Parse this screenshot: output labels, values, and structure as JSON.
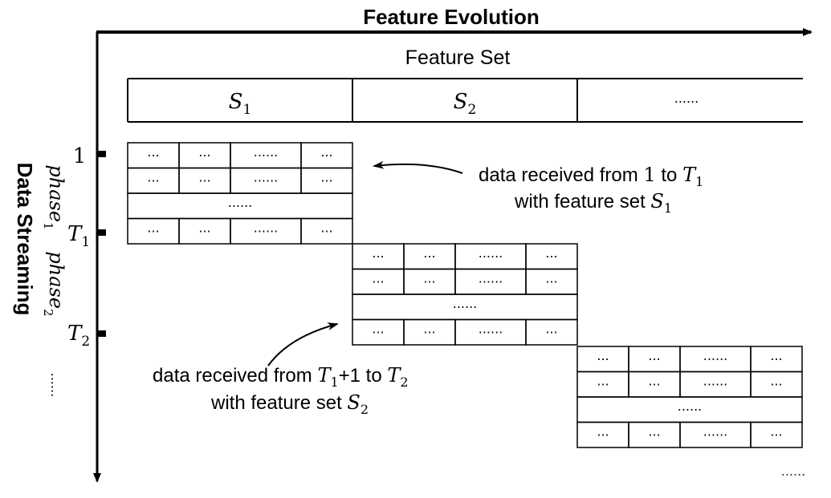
{
  "header": {
    "x_axis_title": "Feature Evolution",
    "y_axis_title": "Data Streaming",
    "feature_set_title": "Feature Set"
  },
  "feature_sets": [
    {
      "name": "S",
      "sub": "1"
    },
    {
      "name": "S",
      "sub": "2"
    },
    {
      "name": "",
      "sub": "",
      "text": "......"
    }
  ],
  "time_ticks": [
    {
      "name": "1",
      "sub": ""
    },
    {
      "name": "T",
      "sub": "1"
    },
    {
      "name": "T",
      "sub": "2"
    }
  ],
  "time_more": "......",
  "phases": [
    {
      "name": "phase",
      "sub": "1"
    },
    {
      "name": "phase",
      "sub": "2"
    }
  ],
  "blocks": [
    {
      "rows": [
        [
          "...",
          "...",
          "......",
          "..."
        ],
        [
          "...",
          "...",
          "......",
          "..."
        ],
        [
          "......"
        ],
        [
          "...",
          "...",
          "......",
          "..."
        ]
      ]
    },
    {
      "rows": [
        [
          "...",
          "...",
          "......",
          "..."
        ],
        [
          "...",
          "...",
          "......",
          "..."
        ],
        [
          "......"
        ],
        [
          "...",
          "...",
          "......",
          "..."
        ]
      ]
    },
    {
      "rows": [
        [
          "...",
          "...",
          "......",
          "..."
        ],
        [
          "...",
          "...",
          "......",
          "..."
        ],
        [
          "......"
        ],
        [
          "...",
          "...",
          "......",
          "..."
        ]
      ]
    }
  ],
  "bottom_more": "......",
  "annotations": [
    {
      "line1_prefix": "data received from ",
      "line1_from": "1",
      "line1_mid": " to ",
      "line1_to": "T",
      "line1_to_sub": "1",
      "line2_prefix": "with feature set ",
      "line2_set": "S",
      "line2_set_sub": "1"
    },
    {
      "line1_prefix": "data received from ",
      "line1_from": "T",
      "line1_from_sub": "1",
      "line1_plus": "+1",
      "line1_mid": " to ",
      "line1_to": "T",
      "line1_to_sub": "2",
      "line2_prefix": "with feature set ",
      "line2_set": "S",
      "line2_set_sub": "2"
    }
  ]
}
